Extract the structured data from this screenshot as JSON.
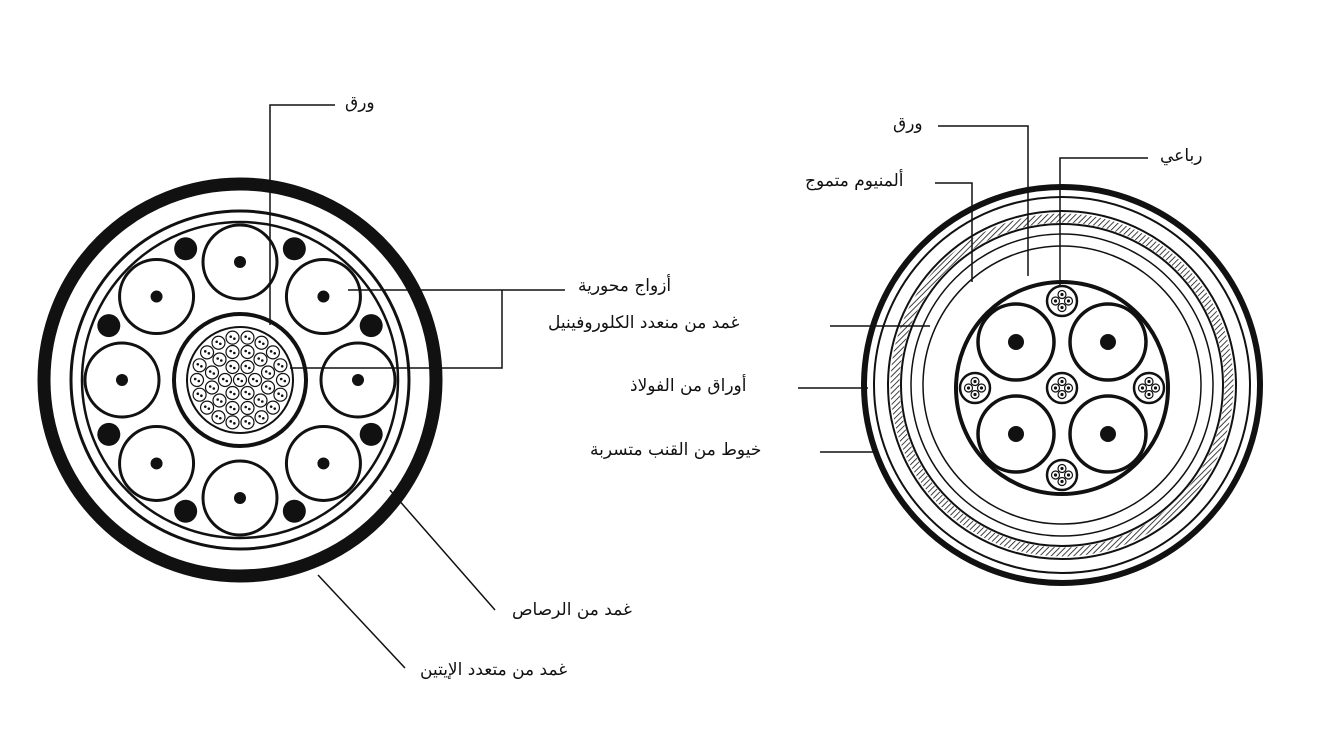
{
  "colors": {
    "ink": "#111111",
    "paper": "#ffffff"
  },
  "left_cable": {
    "labels": {
      "paper": "ورق",
      "coaxial_pairs": "أزواج محورية",
      "lead_sheath": "غمد من الرصاص",
      "polyethylene_sheath": "غمد من متعدد الإيتين"
    }
  },
  "right_cable": {
    "labels": {
      "paper": "ورق",
      "quad": "رباعي",
      "corrugated_aluminum": "ألمنيوم متموج",
      "pvc_sheath": "غمد من منعدد الكلوروفينيل",
      "steel_tapes": "أوراق من الفولاذ",
      "tarred_jute": "خيوط من القنب متسربة"
    }
  }
}
